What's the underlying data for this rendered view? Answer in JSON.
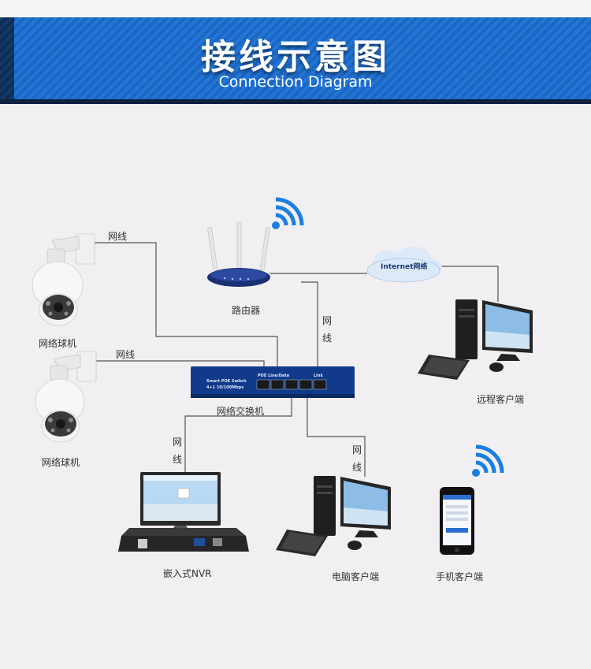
{
  "header": {
    "title": "接线示意图",
    "subtitle": "Connection Diagram"
  },
  "devices": {
    "camera_top": "网络球机",
    "camera_bottom": "网络球机",
    "router": "路由器",
    "switch": "网络交换机",
    "remote_client": "远程客户端",
    "nvr": "嵌入式NVR",
    "pc_client": "电脑客户端",
    "mobile_client": "手机客户端"
  },
  "cables": {
    "top_camera_cable": "网线",
    "bottom_camera_cable": "网线",
    "router_cable": "网线",
    "nvr_cable": "网线",
    "pc_cable": "网线"
  },
  "cloud": {
    "label": "Internet网络"
  },
  "switch_panel": {
    "brand": "Smart POE Switch",
    "spec": "4+1 10/100Mbps",
    "port_group": "POE Line/Data",
    "uplink": "Link"
  },
  "colors": {
    "banner_blue": "#1e6fcf",
    "banner_navy": "#0f2a52",
    "wifi_blue": "#1a7fe0",
    "cable": "#555555"
  },
  "icons": [
    "wifi-icon",
    "router-icon",
    "cloud-icon",
    "camera-icon",
    "monitor-icon",
    "nvr-icon",
    "phone-icon"
  ]
}
